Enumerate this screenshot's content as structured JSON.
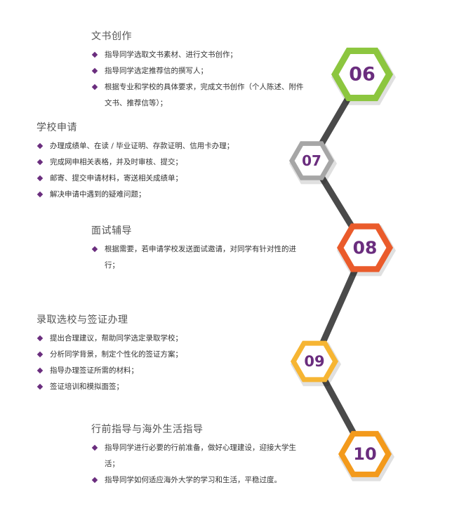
{
  "sections": [
    {
      "number": "06",
      "title": "文书创作",
      "ring_color": "#8cc63f",
      "bullets": [
        "指导同学选取文书素材、进行文书创作；",
        "指导同学选定推荐信的撰写人；",
        "根据专业和学校的具体要求，完成文书创作（个人陈述、附件文书、推荐信等）；"
      ]
    },
    {
      "number": "07",
      "title": "学校申请",
      "ring_color": "#a6a6a6",
      "bullets": [
        "办理成绩单、在读 / 毕业证明、存款证明、信用卡办理；",
        "完成网申相关表格，并及时审核、提交；",
        "邮寄、提交申请材料，寄送相关成绩单；",
        "解决申请中遇到的疑难问题；"
      ]
    },
    {
      "number": "08",
      "title": "面试辅导",
      "ring_color": "#ea5b2b",
      "bullets": [
        "根据需要，若申请学校发送面试邀请，对同学有针对性的进行；"
      ]
    },
    {
      "number": "09",
      "title": "录取选校与签证办理",
      "ring_color": "#f6b533",
      "bullets": [
        "提出合理建议，帮助同学选定录取学校；",
        "分析同学背景，制定个性化的签证方案；",
        "指导办理签证所需的材料；",
        "签证培训和模拟面签；"
      ]
    },
    {
      "number": "10",
      "title": "行前指导与海外生活指导",
      "ring_color": "#f39a1c",
      "bullets": [
        "指导同学进行必要的行前准备，做好心理建设，迎接大学生活；",
        "指导同学如何适应海外大学的学习和生活，平稳过度。"
      ]
    }
  ],
  "colors": {
    "accent": "#6a2d7e",
    "connector": "#4a4a4a",
    "hex_fill": "#ffffff"
  }
}
